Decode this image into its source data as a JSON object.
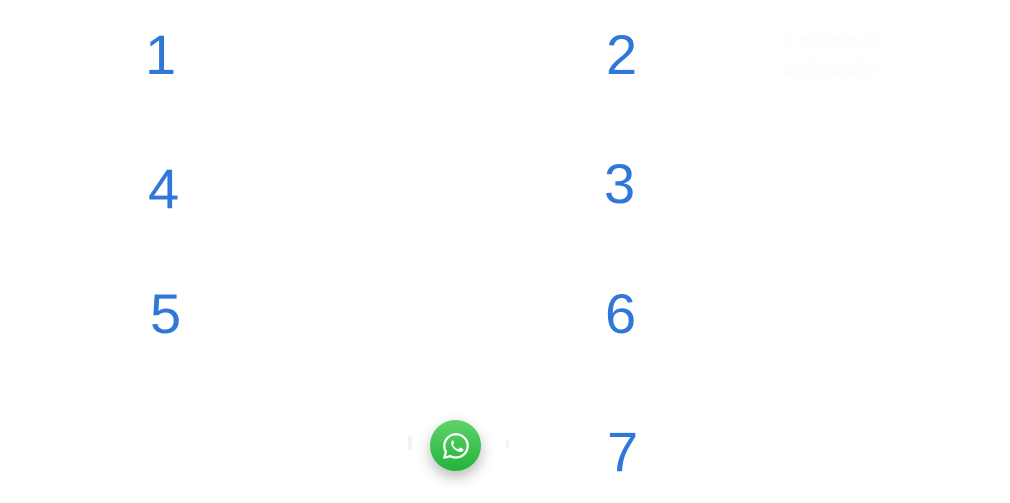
{
  "steps": {
    "n1": "1",
    "n2": "2",
    "n3": "3",
    "n4": "4",
    "n5": "5",
    "n6": "6",
    "n7": "7"
  },
  "ghost_text": {
    "line1": "u solicitud",
    "line2": "cotización"
  },
  "whatsapp": {
    "icon": "whatsapp-icon",
    "color": "#25d366"
  },
  "colors": {
    "number": "#2f77d9",
    "background": "#ffffff"
  }
}
